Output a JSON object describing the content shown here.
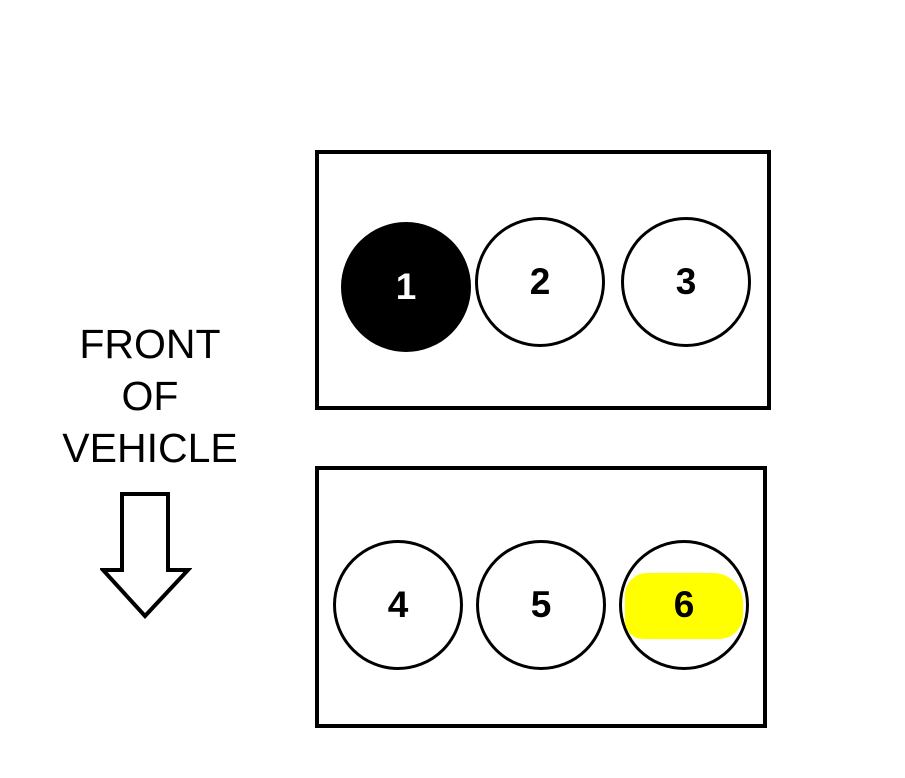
{
  "front_label": {
    "line1": "FRONT",
    "line2": "OF",
    "line3": "VEHICLE"
  },
  "arrow_icon": "arrow-down-outline",
  "banks": [
    {
      "cylinders": [
        {
          "label": "1",
          "filled": true,
          "highlighted": false
        },
        {
          "label": "2",
          "filled": false,
          "highlighted": false
        },
        {
          "label": "3",
          "filled": false,
          "highlighted": false
        }
      ]
    },
    {
      "cylinders": [
        {
          "label": "4",
          "filled": false,
          "highlighted": false
        },
        {
          "label": "5",
          "filled": false,
          "highlighted": false
        },
        {
          "label": "6",
          "filled": false,
          "highlighted": true
        }
      ]
    }
  ],
  "colors": {
    "ink": "#000000",
    "background": "#ffffff",
    "highlight": "#ffff00"
  }
}
